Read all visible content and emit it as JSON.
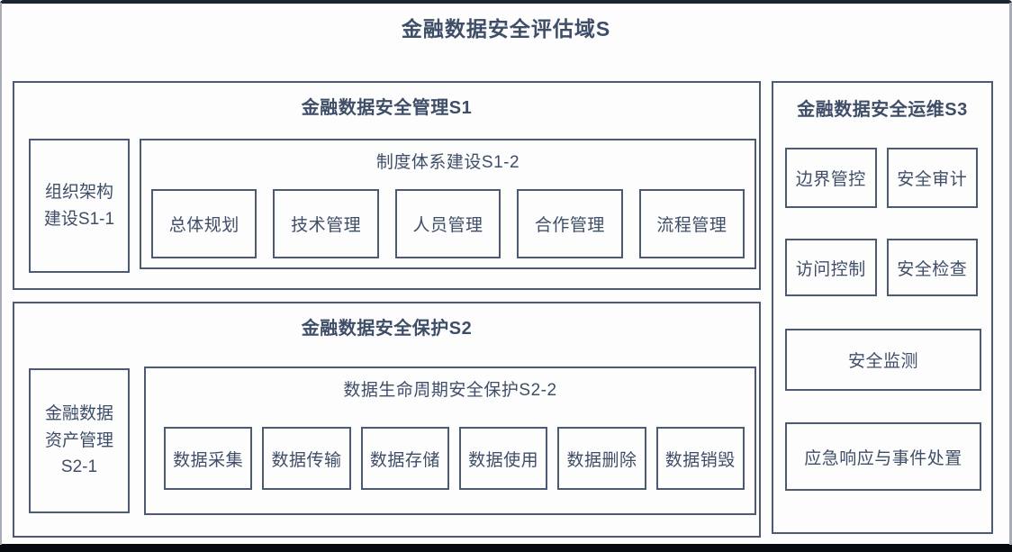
{
  "title": "金融数据安全评估域S",
  "colors": {
    "border": "#4c5a72",
    "text": "#3f4e68"
  },
  "sections": {
    "s1": {
      "title": "金融数据安全管理S1",
      "s1_1": {
        "lines": [
          "组织架构",
          "建设S1-1"
        ]
      },
      "s1_2": {
        "title": "制度体系建设S1-2",
        "items": [
          "总体规划",
          "技术管理",
          "人员管理",
          "合作管理",
          "流程管理"
        ]
      }
    },
    "s2": {
      "title": "金融数据安全保护S2",
      "s2_1": {
        "lines": [
          "金融数据",
          "资产管理",
          "S2-1"
        ]
      },
      "s2_2": {
        "title": "数据生命周期安全保护S2-2",
        "items": [
          "数据采集",
          "数据传输",
          "数据存储",
          "数据使用",
          "数据删除",
          "数据销毁"
        ]
      }
    },
    "s3": {
      "title": "金融数据安全运维S3",
      "grid_items": [
        "边界管控",
        "安全审计",
        "访问控制",
        "安全检查"
      ],
      "wide_items": [
        "安全监测",
        "应急响应与事件处置"
      ]
    }
  }
}
